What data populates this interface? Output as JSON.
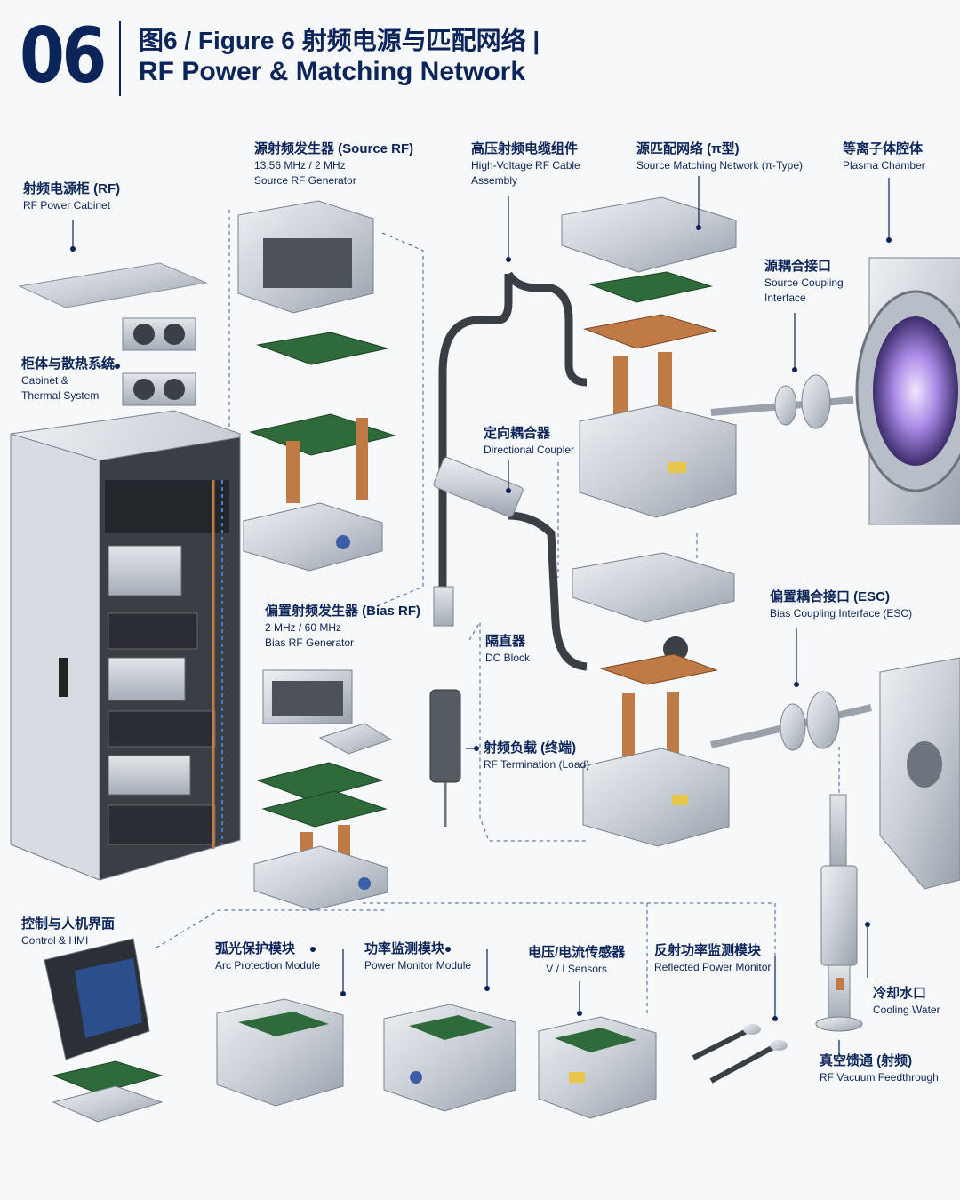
{
  "header": {
    "number": "06",
    "title_cn": "图6 / Figure 6  射频电源与匹配网络  |",
    "title_en": "RF Power & Matching Network"
  },
  "labels": {
    "rf_cabinet": {
      "cn": "射频电源柜 (RF)",
      "en": "RF Power Cabinet"
    },
    "cabinet_thermal": {
      "cn": "柜体与散热系统",
      "en": "Cabinet &",
      "en2": "Thermal System"
    },
    "source_rf": {
      "cn": "源射频发生器 (Source RF)",
      "en": "13.56 MHz / 2 MHz",
      "en2": "Source RF Generator"
    },
    "hv_cable": {
      "cn": "高压射频电缆组件",
      "en": "High-Voltage RF Cable",
      "en2": "Assembly"
    },
    "source_matching": {
      "cn": "源匹配网络 (π型)",
      "en": "Source Matching Network (π-Type)"
    },
    "plasma_chamber": {
      "cn": "等离子体腔体",
      "en": "Plasma Chamber"
    },
    "source_coupling": {
      "cn": "源耦合接口",
      "en": "Source Coupling",
      "en2": "Interface"
    },
    "directional_coupler": {
      "cn": "定向耦合器",
      "en": "Directional Coupler"
    },
    "bias_rf": {
      "cn": "偏置射频发生器 (Bias RF)",
      "en": "2 MHz / 60 MHz",
      "en2": "Bias RF Generator"
    },
    "dc_block": {
      "cn": "隔直器",
      "en": "DC Block"
    },
    "bias_coupling": {
      "cn": "偏置耦合接口 (ESC)",
      "en": "Bias Coupling Interface (ESC)"
    },
    "rf_termination": {
      "cn": "射频负载 (终端)",
      "en": "RF Termination (Load)"
    },
    "control_hmi": {
      "cn": "控制与人机界面",
      "en": "Control & HMI"
    },
    "arc_protection": {
      "cn": "弧光保护模块",
      "en": "Arc Protection Module"
    },
    "power_monitor": {
      "cn": "功率监测模块",
      "en": "Power Monitor Module"
    },
    "vi_sensors": {
      "cn": "电压/电流传感器",
      "en": "V / I Sensors"
    },
    "reflected_power": {
      "cn": "反射功率监测模块",
      "en": "Reflected Power Monitor"
    },
    "cooling_water": {
      "cn": "冷却水口",
      "en": "Cooling Water"
    },
    "rf_feedthrough": {
      "cn": "真空馈通 (射频)",
      "en": "RF Vacuum Feedthrough"
    }
  },
  "colors": {
    "navy": "#0b2459",
    "metal": "#c9ced6",
    "metal_dark": "#8c939e",
    "pcb": "#2f6b3a",
    "copper": "#c07a45",
    "plasma": "#9b7be0"
  }
}
